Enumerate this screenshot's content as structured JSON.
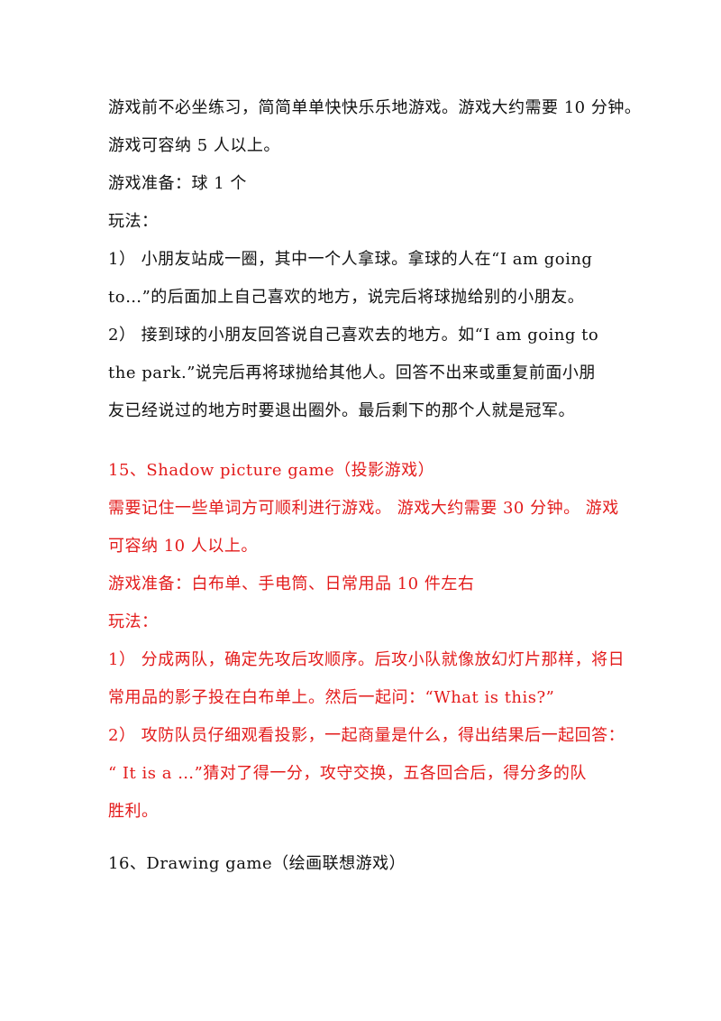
{
  "colors": {
    "text": "#111111",
    "accent_red": "#e31b1b"
  },
  "section14": {
    "lines": [
      "游戏前不必坐练习，简简单单快快乐乐地游戏。游戏大约需要 10 分钟。",
      "  游戏可容纳 5 人以上。",
      "游戏准备：球 1 个",
      "玩法：",
      "1）  小朋友站成一圈，其中一个人拿球。拿球的人在“I am going",
      "to…”的后面加上自己喜欢的地方，说完后将球抛给别的小朋友。",
      "2） 接到球的小朋友回答说自己喜欢去的地方。如“I am going to",
      "the park.”说完后再将球抛给其他人。回答不出来或重复前面小朋",
      "友已经说过的地方时要退出圈外。最后剩下的那个人就是冠军。"
    ]
  },
  "section15": {
    "heading": "15、Shadow picture game（投影游戏）",
    "lines": [
      "需要记住一些单词方可顺利进行游戏。 游戏大约需要 30 分钟。 游戏",
      "可容纳 10 人以上。",
      "游戏准备：白布单、手电筒、日常用品 10 件左右",
      "玩法：",
      "1） 分成两队，确定先攻后攻顺序。后攻小队就像放幻灯片那样，将日",
      "常用品的影子投在白布单上。然后一起问：“What is this?”",
      "2） 攻防队员仔细观看投影，一起商量是什么，得出结果后一起回答：",
      "“ It is a …”猜对了得一分，攻守交换，五各回合后，得分多的队",
      "胜利。"
    ]
  },
  "section16": {
    "heading": "16、Drawing game（绘画联想游戏）"
  }
}
